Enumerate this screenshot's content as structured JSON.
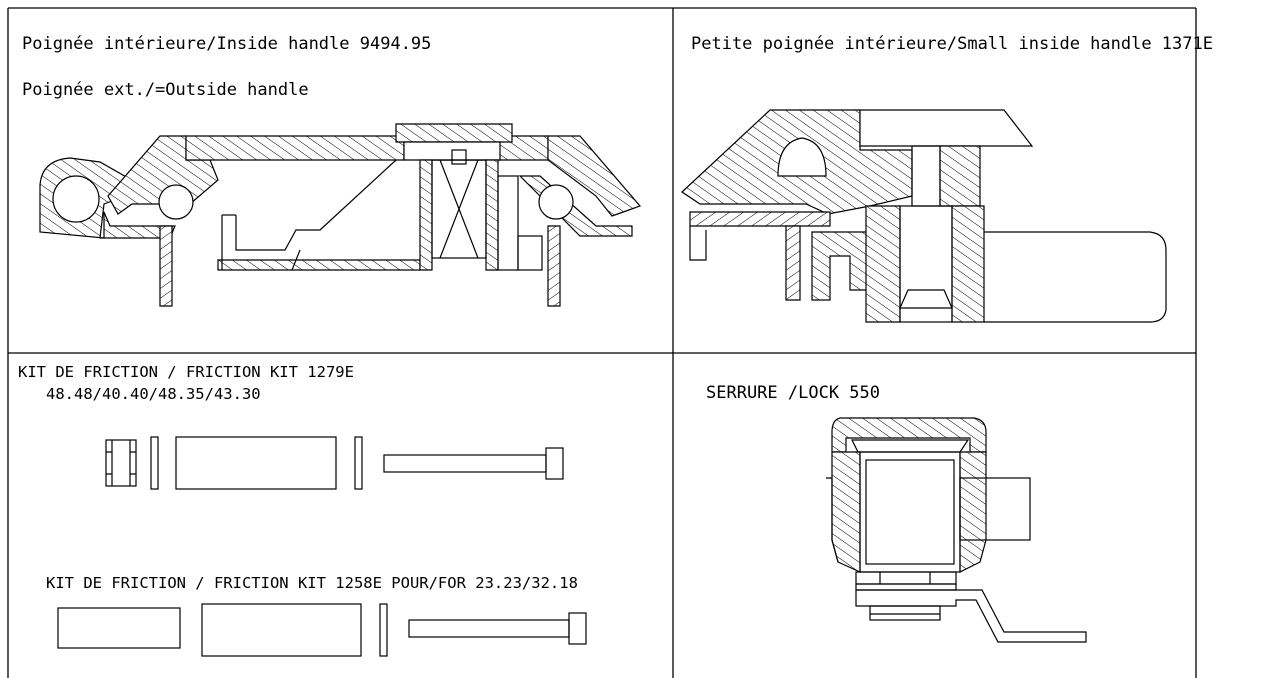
{
  "panels": {
    "inside_handle": {
      "line1": "Poignée intérieure/Inside handle 9494.95",
      "line2": "Poignée ext./=Outside handle"
    },
    "small_inside_handle": {
      "line1": "Petite poignée intérieure/Small inside handle 1371E"
    },
    "friction_kit_1279e": {
      "line1": "KIT DE FRICTION / FRICTION KIT 1279E",
      "line2": "48.48/40.40/48.35/43.30"
    },
    "friction_kit_1258e": {
      "line1": "KIT DE FRICTION / FRICTION KIT 1258E  POUR/FOR 23.23/32.18"
    },
    "lock": {
      "line1": "SERRURE /LOCK 550"
    }
  }
}
